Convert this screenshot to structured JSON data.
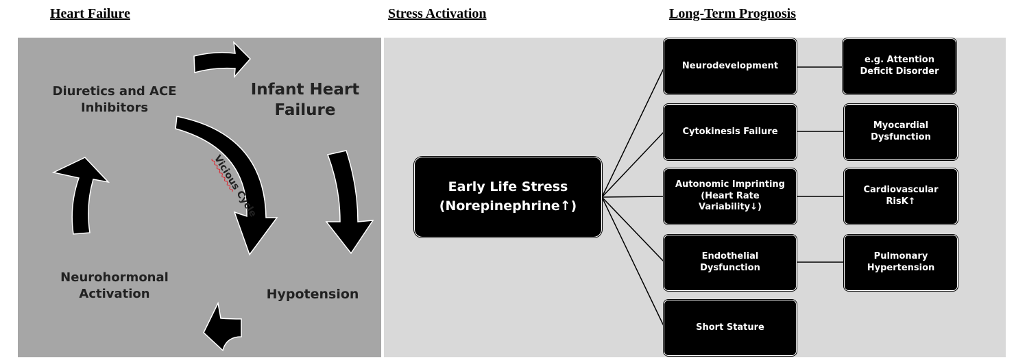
{
  "headers": {
    "heart_failure": "Heart Failure",
    "stress_activation": "Stress Activation",
    "long_term_prognosis": "Long-Term Prognosis"
  },
  "cycle": {
    "infant_heart_failure": "Infant Heart Failure",
    "diuretics": "Diuretics and ACE Inhibitors",
    "hypotension": "Hypotension",
    "neurohormonal": "Neurohormonal Activation",
    "center_label_part1": "Vicious",
    "center_label_part2": " Cycle"
  },
  "stress": {
    "main": "Early Life Stress (Norepinephrine↑)",
    "mid": [
      "Neurodevelopment",
      "Cytokinesis Failure",
      "Autonomic Imprinting (Heart Rate Variability↓)",
      "Endothelial Dysfunction",
      "Short Stature"
    ],
    "outcomes": [
      "e.g. Attention Deficit Disorder",
      "Myocardial Dysfunction",
      "Cardiovascular RisK↑",
      "Pulmonary Hypertension"
    ]
  },
  "colors": {
    "left_panel": "#a6a6a6",
    "right_panel": "#d9d9d9",
    "box": "#000000"
  }
}
